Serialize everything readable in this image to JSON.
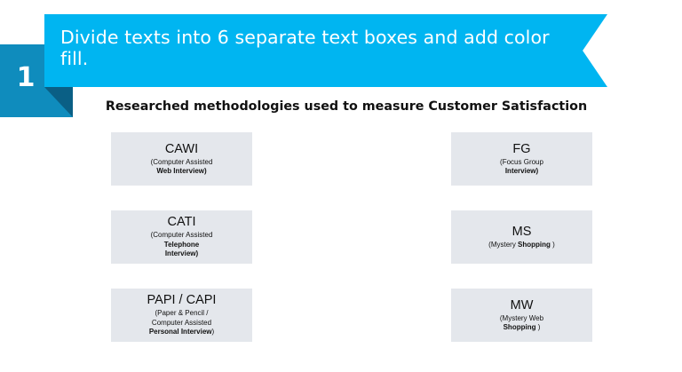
{
  "step": {
    "number": "1",
    "colors": {
      "block": "#0f8cbd",
      "fold": "#0a5f85",
      "banner": "#00b5f1"
    }
  },
  "banner": {
    "text": "Divide texts into 6 separate text boxes and add color fill."
  },
  "subtitle": "Researched methodologies used to measure Customer Satisfaction",
  "boxes": [
    {
      "abbr": "CAWI",
      "desc_parts": [
        "(Computer Assisted",
        "Web Interview)"
      ]
    },
    {
      "abbr": "CATI",
      "desc_parts": [
        "(Computer Assisted",
        "Telephone",
        "Interview)"
      ]
    },
    {
      "abbr": "PAPI / CAPI",
      "desc_parts": [
        "(Paper & Pencil /",
        "Computer Assisted",
        "Personal Interview",
        ")"
      ]
    },
    {
      "abbr": "FG",
      "desc_parts": [
        "(Focus Group",
        "Interview)"
      ]
    },
    {
      "abbr": "MS",
      "desc_parts": [
        "(Mystery ",
        "Shopping",
        " )"
      ]
    },
    {
      "abbr": "MW",
      "desc_parts": [
        "(Mystery Web",
        "Shopping",
        " )"
      ]
    }
  ],
  "box_fill": "#e4e7ec"
}
